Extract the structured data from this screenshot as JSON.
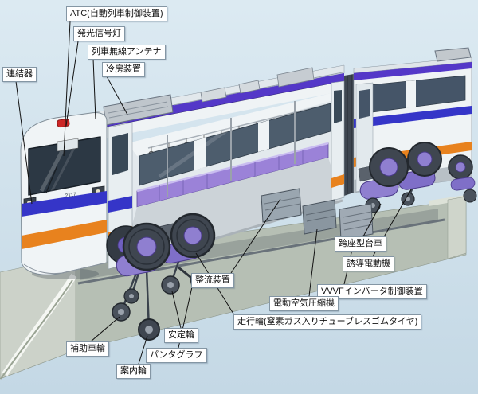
{
  "diagram": {
    "type": "monorail-cutaway-structure-diagram",
    "car_number": "2117"
  },
  "colors": {
    "background_top": "#dceaf2",
    "background_bottom": "#c4d8e5",
    "car_body": "#f0f4f6",
    "roof_band_purple": "#5438c8",
    "stripe_blue": "#3535c8",
    "stripe_orange": "#e8821e",
    "seat_purple": "#9b82d8",
    "motor_purple": "#8f7fd0",
    "tire_dark": "#3f4650",
    "track_beam": "#b6bfb4",
    "window_dark": "#2c3844",
    "label_border": "#8496a4",
    "leader_line": "#101010",
    "beacon_red": "#cc2626"
  },
  "labels": [
    {
      "id": "atc",
      "text": "ATC(自動列車制御装置)"
    },
    {
      "id": "signal-lamp",
      "text": "発光信号灯"
    },
    {
      "id": "radio-antenna",
      "text": "列車無線アンテナ"
    },
    {
      "id": "ac-unit",
      "text": "冷房装置"
    },
    {
      "id": "coupler",
      "text": "連結器"
    },
    {
      "id": "straddle-bogie",
      "text": "跨座型台車"
    },
    {
      "id": "induction-motor",
      "text": "誘導電動機"
    },
    {
      "id": "vvvf-inverter",
      "text": "VVVFインバータ制御装置"
    },
    {
      "id": "rectifier",
      "text": "整流装置"
    },
    {
      "id": "air-compressor",
      "text": "電動空気圧縮機"
    },
    {
      "id": "running-wheel",
      "text": "走行輪(窒素ガス入りチューブレスゴムタイヤ)"
    },
    {
      "id": "stabilizing-wheel",
      "text": "安定輪"
    },
    {
      "id": "pantograph",
      "text": "パンタグラフ"
    },
    {
      "id": "auxiliary-wheel",
      "text": "補助車輪"
    },
    {
      "id": "guide-wheel",
      "text": "案内輪"
    }
  ]
}
